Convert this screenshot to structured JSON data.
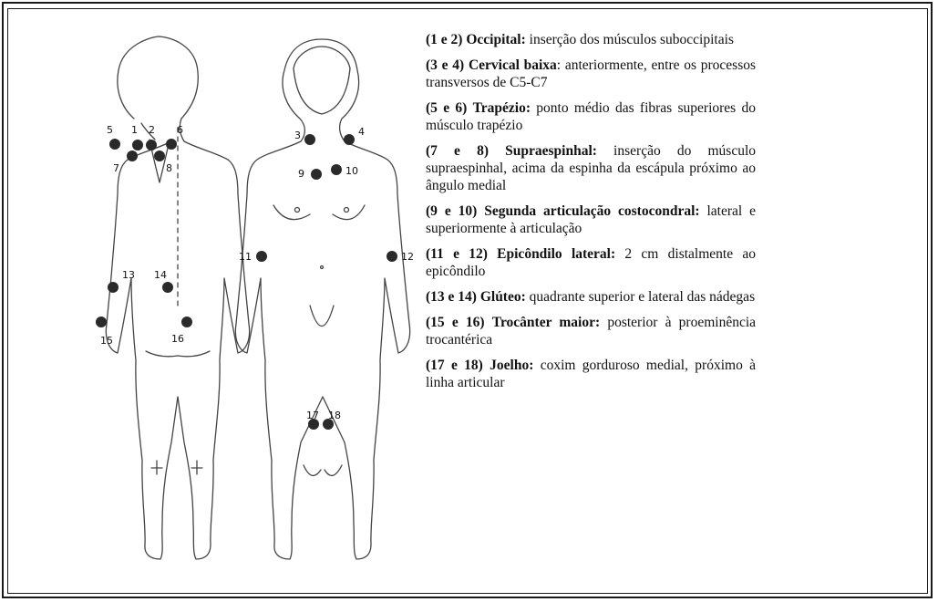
{
  "points": [
    {
      "num": "1"
    },
    {
      "num": "2"
    },
    {
      "num": "3"
    },
    {
      "num": "4"
    },
    {
      "num": "5"
    },
    {
      "num": "6"
    },
    {
      "num": "7"
    },
    {
      "num": "8"
    },
    {
      "num": "9"
    },
    {
      "num": "10"
    },
    {
      "num": "11"
    },
    {
      "num": "12"
    },
    {
      "num": "13"
    },
    {
      "num": "14"
    },
    {
      "num": "15"
    },
    {
      "num": "16"
    },
    {
      "num": "17"
    },
    {
      "num": "18"
    }
  ],
  "legend": [
    {
      "pair": "(1 e 2)",
      "name": "Occipital:",
      "desc": " inserção dos músculos suboccipitais"
    },
    {
      "pair": "(3 e 4)",
      "name": "Cervical baixa",
      "desc": ": anteriormente, entre os processos transversos de C5-C7"
    },
    {
      "pair": "(5 e 6)",
      "name": "Trapézio:",
      "desc": " ponto médio das fibras superiores do músculo trapézio"
    },
    {
      "pair": "(7 e 8)",
      "name": "Supraespinhal:",
      "desc": " inserção do músculo supraespinhal, acima da espinha da escápula próximo ao ângulo medial"
    },
    {
      "pair": "(9 e 10)",
      "name": "Segunda articulação costocondral:",
      "desc": " lateral e superiormente à articulação"
    },
    {
      "pair": "(11 e 12)",
      "name": "Epicôndilo lateral:",
      "desc": " 2 cm distalmente ao epicôndilo"
    },
    {
      "pair": "(13 e 14)",
      "name": "Glúteo:",
      "desc": " quadrante superior e lateral das nádegas"
    },
    {
      "pair": "(15 e 16)",
      "name": "Trocânter maior:",
      "desc": " posterior à proeminência trocantérica"
    },
    {
      "pair": "(17 e 18)",
      "name": "Joelho:",
      "desc": " coxim gorduroso medial, próximo à linha articular"
    }
  ]
}
